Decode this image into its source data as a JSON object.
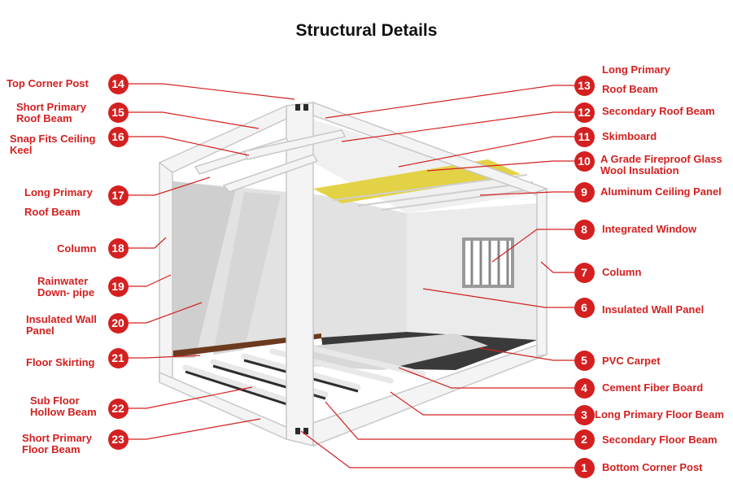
{
  "title": "Structural Details",
  "colors": {
    "accent": "#d42020",
    "leader": "#d42020",
    "frame": "#f4f4f4",
    "wall": "#e6e6e6",
    "floor": "#3a3a3a",
    "insulation": "#e3d245"
  },
  "callouts": [
    {
      "num": "1",
      "label": "Bottom Corner Post"
    },
    {
      "num": "2",
      "label": "Secondary Floor Beam"
    },
    {
      "num": "3",
      "label": "Long Primary Floor Beam"
    },
    {
      "num": "4",
      "label": "Cement Fiber Board"
    },
    {
      "num": "5",
      "label": "PVC Carpet"
    },
    {
      "num": "6",
      "label": "Insulated Wall Panel"
    },
    {
      "num": "7",
      "label": "Column"
    },
    {
      "num": "8",
      "label": "Integrated Window"
    },
    {
      "num": "9",
      "label": "Aluminum Ceiling Panel"
    },
    {
      "num": "10",
      "label": "A Grade Fireproof Glass Wool Insulation"
    },
    {
      "num": "11",
      "label": "Skimboard"
    },
    {
      "num": "12",
      "label": "Secondary Roof Beam"
    },
    {
      "num": "13",
      "label": "Long Primary Roof Beam"
    },
    {
      "num": "14",
      "label": "Top Corner Post"
    },
    {
      "num": "15",
      "label": "Short Primary Roof Beam"
    },
    {
      "num": "16",
      "label": "Snap Fits Ceiling Keel"
    },
    {
      "num": "17",
      "label": "Long Primary Roof Beam"
    },
    {
      "num": "18",
      "label": "Column"
    },
    {
      "num": "19",
      "label": "Rainwater Down- pipe"
    },
    {
      "num": "20",
      "label": "Insulated Wall Panel"
    },
    {
      "num": "21",
      "label": "Floor Skirting"
    },
    {
      "num": "22",
      "label": "Sub Floor Hollow Beam"
    },
    {
      "num": "23",
      "label": "Short Primary Floor Beam"
    }
  ]
}
